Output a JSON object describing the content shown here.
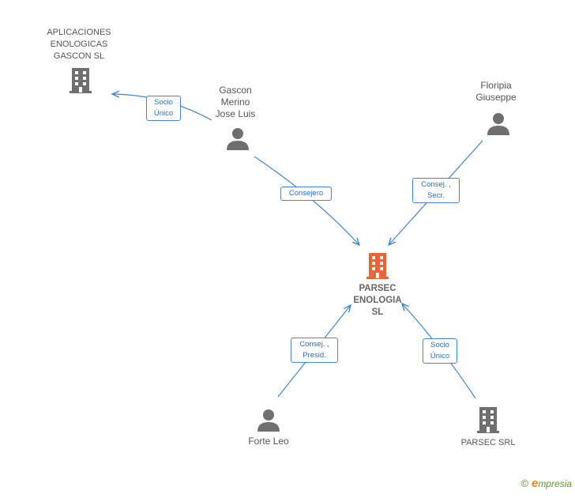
{
  "colors": {
    "edge": "#3f86d6",
    "icon_gray": "#6f6f6f",
    "icon_main": "#e8643a",
    "relation_text": "#2f6fc0"
  },
  "nodes": {
    "aplicaciones": {
      "label": "APLICACIONES\nENOLOGICAS\nGASCON  SL",
      "icon": "building-icon"
    },
    "gascon": {
      "label": "Gascon\nMerino\nJose Luis",
      "icon": "person-icon"
    },
    "floripia": {
      "label": "Floripia\nGiuseppe",
      "icon": "person-icon"
    },
    "parsec_enologia": {
      "label": "PARSEC\nENOLOGIA\nSL",
      "icon": "building-icon"
    },
    "forte": {
      "label": "Forte Leo",
      "icon": "person-icon"
    },
    "parsec_srl": {
      "label": "PARSEC SRL",
      "icon": "building-icon"
    }
  },
  "relations": {
    "socio_unico_1": "Socio\nÚnico",
    "consejero": "Consejero",
    "consej_secr": "Consej. ,\nSecr.",
    "consej_presid": "Consej. ,\nPresid.",
    "socio_unico_2": "Socio\nÚnico"
  },
  "brand": {
    "copyright": "©",
    "name_initial": "e",
    "name_rest": "mpresia"
  }
}
